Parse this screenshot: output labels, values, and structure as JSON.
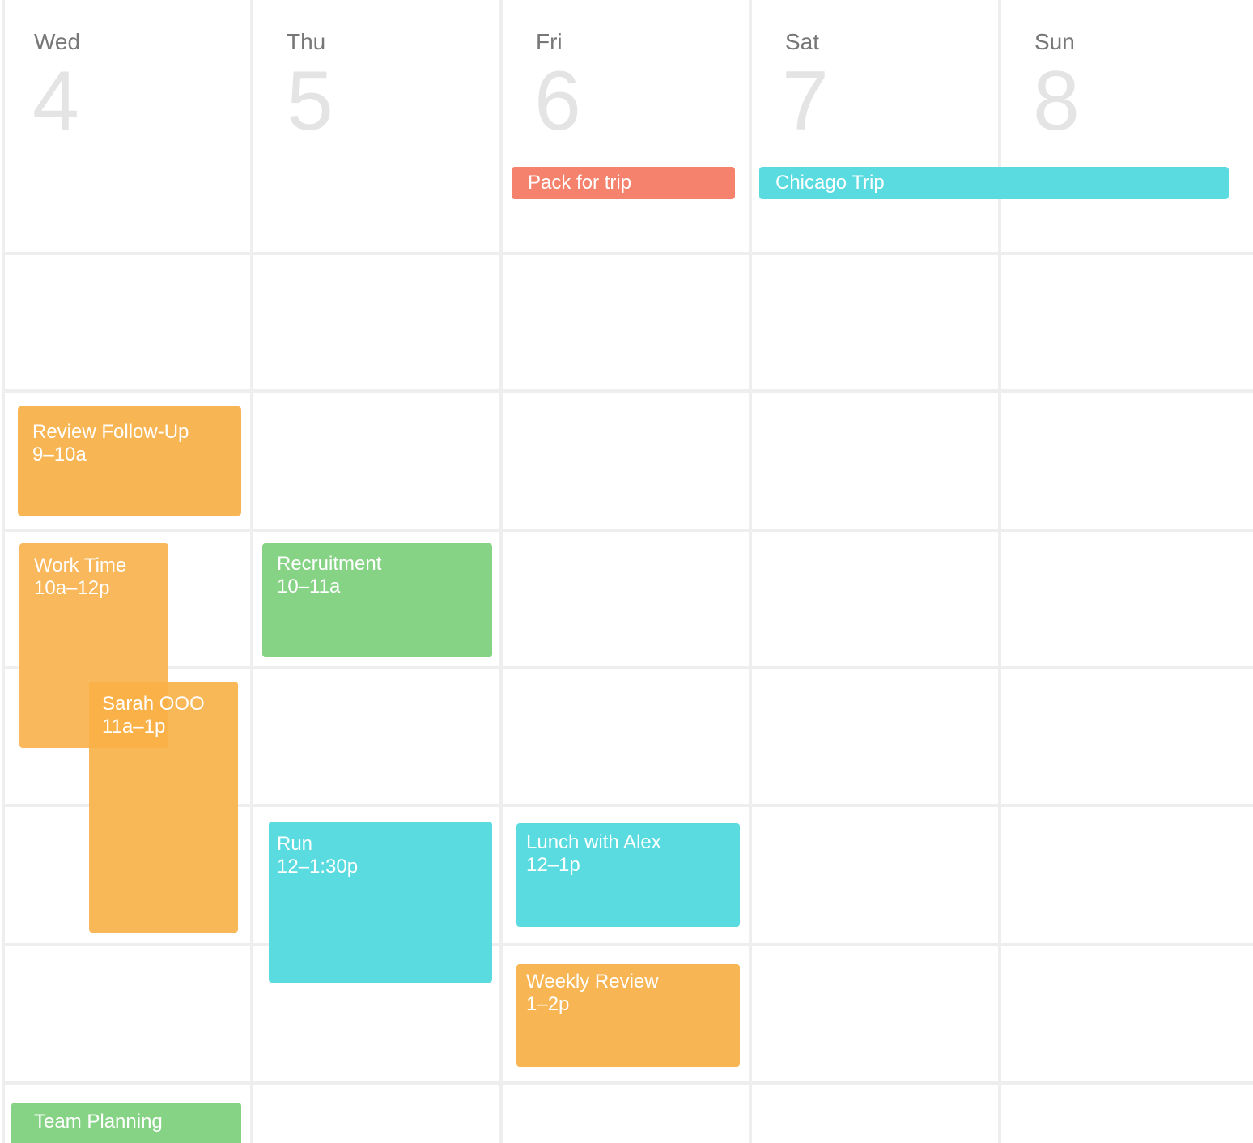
{
  "days": [
    {
      "name": "Wed",
      "number": "4"
    },
    {
      "name": "Thu",
      "number": "5"
    },
    {
      "name": "Fri",
      "number": "6"
    },
    {
      "name": "Sat",
      "number": "7"
    },
    {
      "name": "Sun",
      "number": "8"
    }
  ],
  "all_day_events": [
    {
      "title": "Pack for trip",
      "day": "Fri",
      "color": "#f4826c"
    },
    {
      "title": "Chicago Trip",
      "days": [
        "Sat",
        "Sun"
      ],
      "color": "#59dbe0"
    }
  ],
  "events": [
    {
      "title": "Review Follow-Up",
      "time": "9–10a",
      "day": "Wed",
      "color": "#f8b554"
    },
    {
      "title": "Work Time",
      "time": "10a–12p",
      "day": "Wed",
      "color": "#f8b554"
    },
    {
      "title": "Sarah OOO",
      "time": "11a–1p",
      "day": "Wed",
      "color": "#f8b554"
    },
    {
      "title": "Recruitment",
      "time": "10–11a",
      "day": "Thu",
      "color": "#87d386"
    },
    {
      "title": "Run",
      "time": "12–1:30p",
      "day": "Thu",
      "color": "#59dbe0"
    },
    {
      "title": "Lunch with Alex",
      "time": "12–1p",
      "day": "Fri",
      "color": "#59dbe0"
    },
    {
      "title": "Weekly Review",
      "time": "1–2p",
      "day": "Fri",
      "color": "#f8b554"
    },
    {
      "title": "Team Planning",
      "time": "",
      "day": "Wed",
      "color": "#87d386"
    }
  ]
}
